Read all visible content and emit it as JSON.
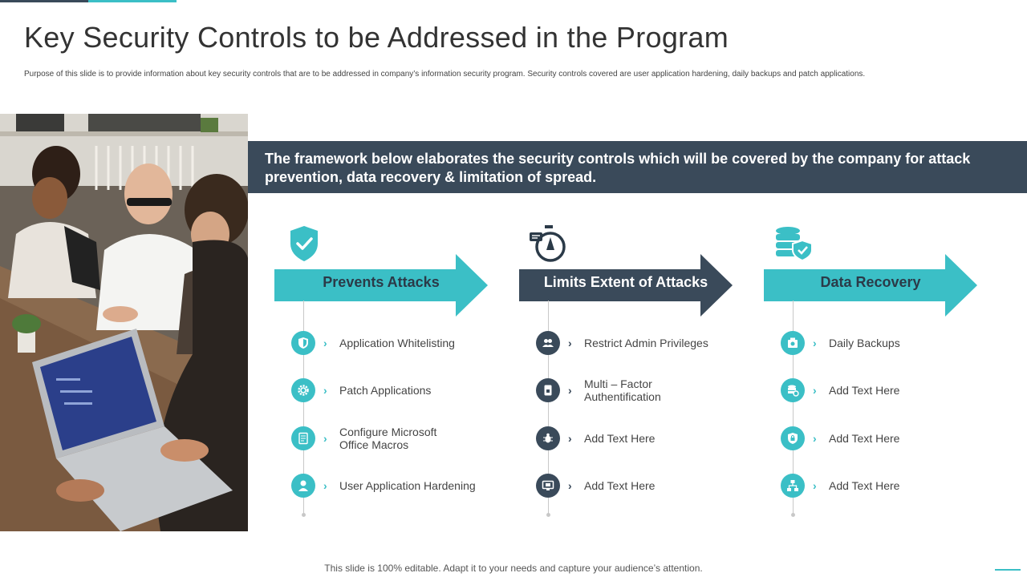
{
  "slide": {
    "title": "Key Security Controls to be Addressed in the Program",
    "subtitle": "Purpose of this slide is to provide information about key security controls that are to be addressed in company’s information security program. Security controls covered are user application hardening, daily backups and patch applications.",
    "banner": "The framework below elaborates the security controls which will be covered by the company for attack prevention, data recovery & limitation of spread.",
    "footer": "This slide is 100% editable. Adapt it to your needs and capture your audience’s attention."
  },
  "colors": {
    "teal": "#3bbfc6",
    "navy": "#3a4a5a"
  },
  "columns": [
    {
      "heading": "Prevents Attacks",
      "icon": "shield-check-icon",
      "items": [
        {
          "text": "Application Whitelisting",
          "icon": "shield-icon"
        },
        {
          "text": "Patch  Applications",
          "icon": "gear-icon"
        },
        {
          "text": "Configure Microsoft\nOffice Macros",
          "icon": "document-icon"
        },
        {
          "text": "User Application Hardening",
          "icon": "user-icon"
        }
      ]
    },
    {
      "heading": "Limits Extent of Attacks",
      "icon": "stopwatch-icon",
      "items": [
        {
          "text": "Restrict Admin Privileges",
          "icon": "users-icon"
        },
        {
          "text": "Multi – Factor\nAuthentification",
          "icon": "device-lock-icon"
        },
        {
          "text": "Add Text Here",
          "icon": "bug-icon"
        },
        {
          "text": "Add Text Here",
          "icon": "monitor-icon"
        }
      ]
    },
    {
      "heading": "Data Recovery",
      "icon": "database-shield-icon",
      "items": [
        {
          "text": "Daily Backups",
          "icon": "backup-icon"
        },
        {
          "text": "Add Text Here",
          "icon": "database-refresh-icon"
        },
        {
          "text": "Add Text Here",
          "icon": "lock-shield-icon"
        },
        {
          "text": "Add Text Here",
          "icon": "network-icon"
        }
      ]
    }
  ]
}
